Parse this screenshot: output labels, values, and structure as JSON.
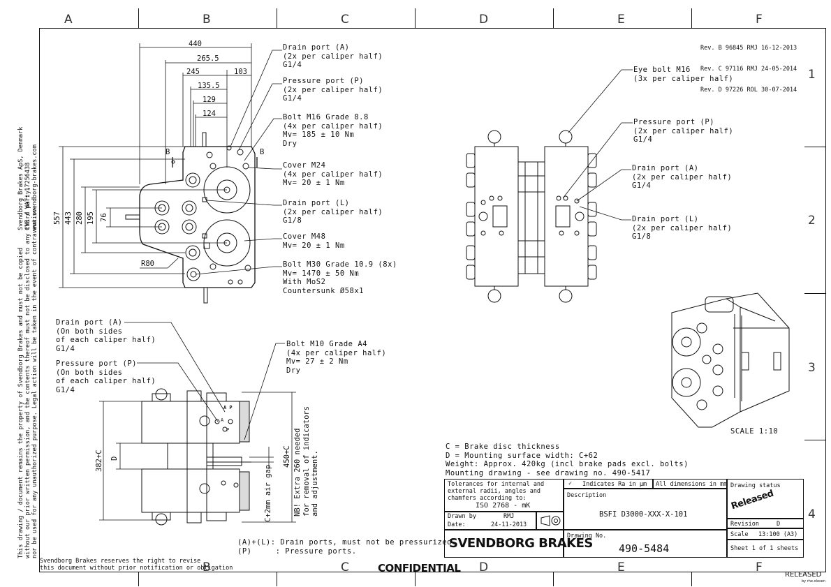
{
  "grid": {
    "columns_top": [
      "A",
      "B",
      "C",
      "D",
      "E",
      "F"
    ],
    "columns_bottom": [
      "B",
      "C",
      "D",
      "E",
      "F"
    ],
    "rows": [
      "1",
      "2",
      "3",
      "4"
    ]
  },
  "revisions": [
    "Rev. B 96845 RMJ 16-12-2013",
    "Rev. C 97116 RMJ 24-05-2014",
    "Rev. D 97226 ROL 30-07-2014"
  ],
  "company_side": {
    "name": "Svendborg Brakes ApS, Denmark",
    "cvr": "CVR / VAT: 17256438",
    "web": "www.svendborg-brakes.com"
  },
  "legal_notice": [
    "This drawing / document remains the property of Svendborg Brakes and must not be copied",
    "without our prior written permission, and the contents thereof must not be disclosed to any third party,",
    "nor be used for any unauthorized purpose. Legal action will be taken in the event of contravention."
  ],
  "front_view": {
    "dims_top": [
      "440",
      "265.5",
      "245",
      "103",
      "135.5",
      "129",
      "124"
    ],
    "dims_left": [
      "557",
      "443",
      "280",
      "195",
      "76"
    ],
    "radius": "R80",
    "section_mark": "B"
  },
  "annotations_front": [
    "Drain port (A)\n(2x per caliper half)\nG1/4",
    "Pressure port (P)\n(2x per caliper half)\nG1/4",
    "Bolt M16 Grade 8.8\n(4x per caliper half)\nMv= 185 ± 10 Nm\nDry",
    "Cover M24\n(4x per caliper half)\nMv= 20 ± 1 Nm",
    "Drain port (L)\n(2x per caliper half)\nG1/8",
    "Cover M48\nMv= 20 ± 1 Nm",
    "Bolt M30 Grade 10.9 (8x)\nMv= 1470 ± 50 Nm\nWith MoS2\nCountersunk Ø58x1"
  ],
  "annotations_side": [
    "Eye bolt M16\n(3x per caliper half)",
    "Pressure port (P)\n(2x per caliper half)\nG1/4",
    "Drain port (A)\n(2x per caliper half)\nG1/4",
    "Drain port (L)\n(2x per caliper half)\nG1/8"
  ],
  "annotations_section": [
    "Drain port (A)\n(On both sides\nof each caliper half)\nG1/4",
    "Pressure port (P)\n(On both sides\nof each caliper half)\nG1/4",
    "Bolt M10 Grade A4\n(4x per caliper half)\nMv= 27 ± 2 Nm\nDry"
  ],
  "section_view": {
    "dim_382": "382+C",
    "dim_d": "D",
    "dim_450": "450+C",
    "air_gap": "C+2mm air gap",
    "nb_note": "NB! Extra 260 needed\nfor removal of indicators\nand adjustment.",
    "port_a": "A",
    "port_p": "P",
    "port_ap": "A P"
  },
  "scale_label": "SCALE 1:10",
  "general_notes": "C = Brake disc thickness\nD = Mounting surface width: C+62\nWeight: Approx. 420kg (incl brake pads excl. bolts)\nMounting drawing - see drawing no. 490-5417",
  "port_notes": "(A)+(L): Drain ports, must not be pressurized.\n(P)     : Pressure ports.",
  "title_block": {
    "tolerances": "Tolerances for internal and\nexternal radii, angles and\nchamfers according to:",
    "iso": "ISO 2768 - mK",
    "indicates": "Indicates Ra in μm",
    "all_dims": "All dimensions in mm",
    "drawing_status_label": "Drawing status",
    "status_stamp": "Released",
    "description_label": "Description",
    "description": "BSFI D3000-XXX-X-101",
    "drawn_by_label": "Drawn by",
    "drawn_by": "RMJ",
    "date_label": "Date:",
    "date": "24-11-2013",
    "revision_label": "Revision",
    "revision": "D",
    "scale_label": "Scale",
    "scale": "13:100 (A3)",
    "drawing_no_label": "Drawing No.",
    "drawing_no": "490-5484",
    "sheet": "Sheet 1 of 1 sheets",
    "company": "SVENDBORG BRAKES"
  },
  "footer": {
    "reserve": "Svendborg Brakes reserves the right to revise\nthis document without prior notification or obligation",
    "confidential": "CONFIDENTIAL",
    "released": "RELEASED",
    "released_by": "by rhe.olesen"
  }
}
